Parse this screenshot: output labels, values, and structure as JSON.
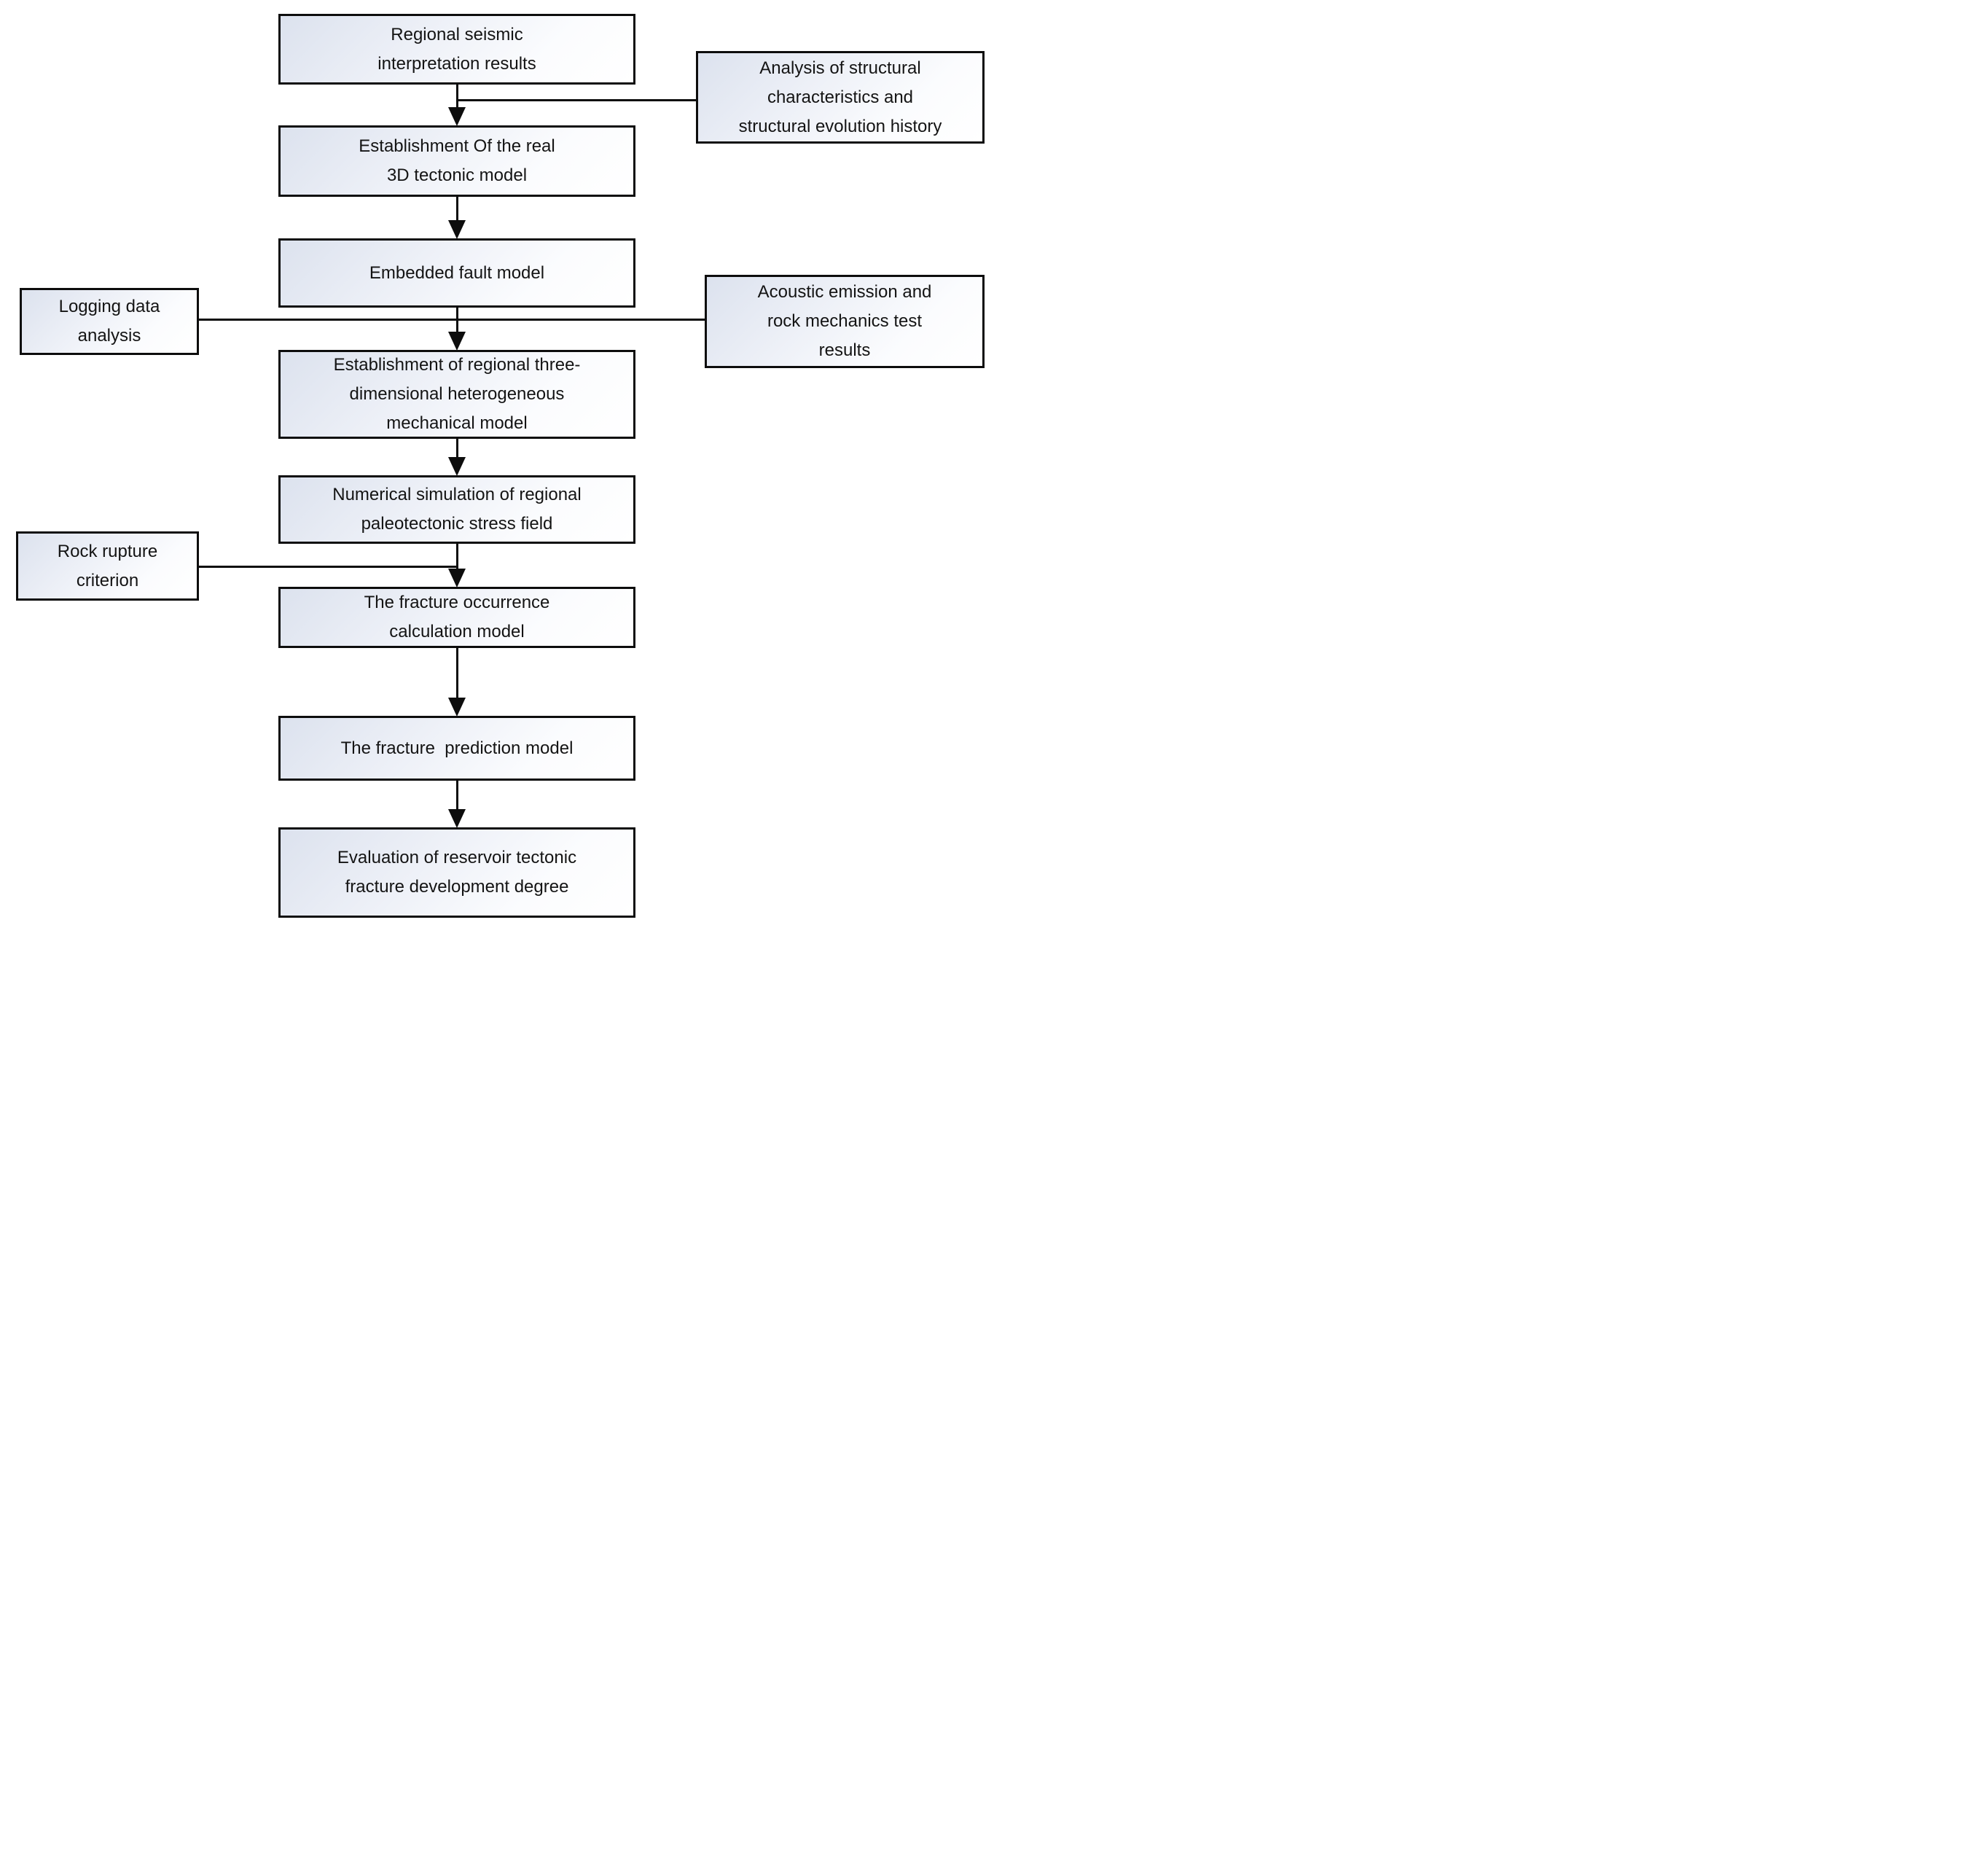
{
  "diagram": {
    "type": "flowchart",
    "colors": {
      "box_border": "#0d0d0d",
      "box_fill_gradient_start": "#dce2ee",
      "box_fill_gradient_end": "#ffffff",
      "connector_line": "#0d0d0d",
      "text": "#141414",
      "background": "#ffffff"
    },
    "nodes": {
      "regional_seismic": {
        "lines": [
          "Regional seismic",
          "interpretation results"
        ]
      },
      "structural_analysis": {
        "lines": [
          "Analysis of structural",
          "characteristics and",
          "structural evolution history"
        ]
      },
      "tectonic_model": {
        "lines": [
          "Establishment Of the real",
          "3D tectonic model"
        ]
      },
      "embedded_fault": {
        "lines": [
          "Embedded fault model"
        ]
      },
      "logging_data": {
        "lines": [
          "Logging data",
          "analysis"
        ]
      },
      "acoustic_emission": {
        "lines": [
          "Acoustic emission and",
          "rock mechanics test",
          "results"
        ]
      },
      "heterogeneous_model": {
        "lines": [
          "Establishment of regional three-",
          "dimensional heterogeneous",
          "mechanical model"
        ]
      },
      "stress_simulation": {
        "lines": [
          "Numerical simulation of regional",
          "paleotectonic stress field"
        ]
      },
      "rock_rupture": {
        "lines": [
          "Rock rupture",
          "criterion"
        ]
      },
      "fracture_occurrence": {
        "lines": [
          "The fracture occurrence",
          "calculation model"
        ]
      },
      "fracture_prediction": {
        "lines": [
          "The fracture  prediction model"
        ]
      },
      "evaluation": {
        "lines": [
          "Evaluation of reservoir tectonic",
          "fracture development degree"
        ]
      }
    },
    "edges": [
      "regional_seismic -> tectonic_model",
      "structural_analysis -> (regional_seismic -> tectonic_model)",
      "tectonic_model -> embedded_fault",
      "embedded_fault -> heterogeneous_model",
      "logging_data -> (embedded_fault -> heterogeneous_model)",
      "acoustic_emission -> (embedded_fault -> heterogeneous_model)",
      "heterogeneous_model -> stress_simulation",
      "stress_simulation -> fracture_occurrence",
      "rock_rupture -> (stress_simulation -> fracture_occurrence)",
      "fracture_occurrence -> fracture_prediction",
      "fracture_prediction -> evaluation"
    ]
  }
}
